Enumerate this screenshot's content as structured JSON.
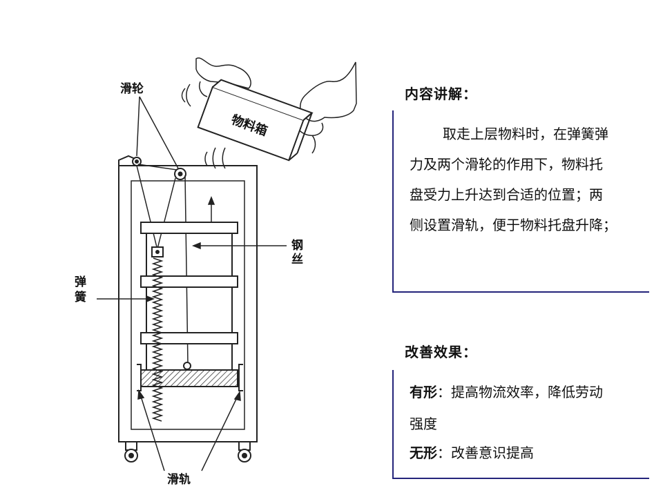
{
  "diagram": {
    "labels": {
      "pulley": "滑轮",
      "box": "物料箱",
      "wire": [
        "钢",
        "丝"
      ],
      "spring": [
        "弹",
        "簧"
      ],
      "rail": "滑轨"
    }
  },
  "content": {
    "title": "内容讲解：",
    "lines": [
      "取走上层物料时，在弹簧弹",
      "力及两个滑轮的作用下，物料托",
      "盘受力上升达到合适的位置；两",
      "侧设置滑轨，便于物料托盘升降；"
    ]
  },
  "effect": {
    "title": "改善效果：",
    "tangible_label": "有形",
    "tangible_text": "：提高物流效率，降低劳动",
    "tangible_text2": "强度",
    "intangible_label": "无形",
    "intangible_text": "：改善意识提高"
  }
}
